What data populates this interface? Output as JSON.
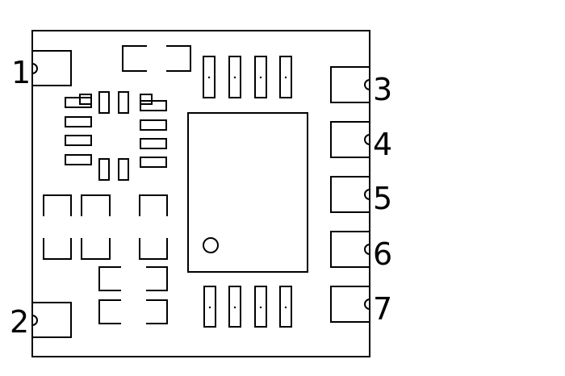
{
  "diagram": {
    "line_color": "#000000",
    "background_color": "#ffffff",
    "pins": [
      {
        "id": "1",
        "label": "1"
      },
      {
        "id": "2",
        "label": "2"
      },
      {
        "id": "3",
        "label": "3"
      },
      {
        "id": "4",
        "label": "4"
      },
      {
        "id": "5",
        "label": "5"
      },
      {
        "id": "6",
        "label": "6"
      },
      {
        "id": "7",
        "label": "7"
      }
    ]
  }
}
